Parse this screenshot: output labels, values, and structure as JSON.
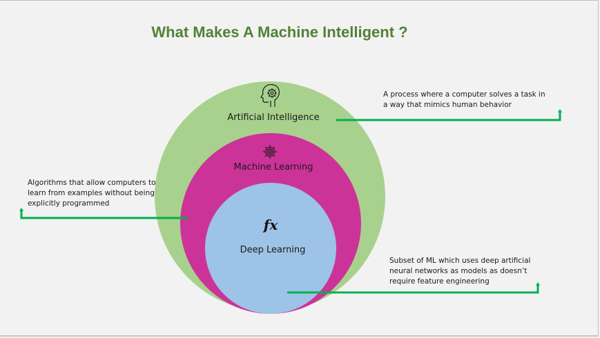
{
  "title": "What Makes A Machine Intelligent ?",
  "colors": {
    "title": "#538135",
    "ai_circle": "#a9d18e",
    "ml_circle": "#cc3399",
    "dl_circle": "#9dc3e6",
    "connector": "#00b050",
    "background": "#f2f2f2"
  },
  "circles": [
    {
      "id": "ai",
      "label": "Artificial Intelligence",
      "icon": "ai-head-gear-icon"
    },
    {
      "id": "ml",
      "label": "Machine Learning",
      "icon": "gear-icon"
    },
    {
      "id": "dl",
      "label": "Deep Learning",
      "icon": "function-fx-icon",
      "icon_text": "fx"
    }
  ],
  "descriptions": {
    "ai": [
      "A process where a computer solves a task in",
      "a way that mimics human behavior"
    ],
    "ml": [
      "Algorithms that allow computers to",
      "learn from examples without being",
      "explicitly programmed"
    ],
    "dl": [
      "Subset of ML which uses deep artificial",
      "neural networks as models as doesn’t",
      "require feature engineering"
    ]
  }
}
